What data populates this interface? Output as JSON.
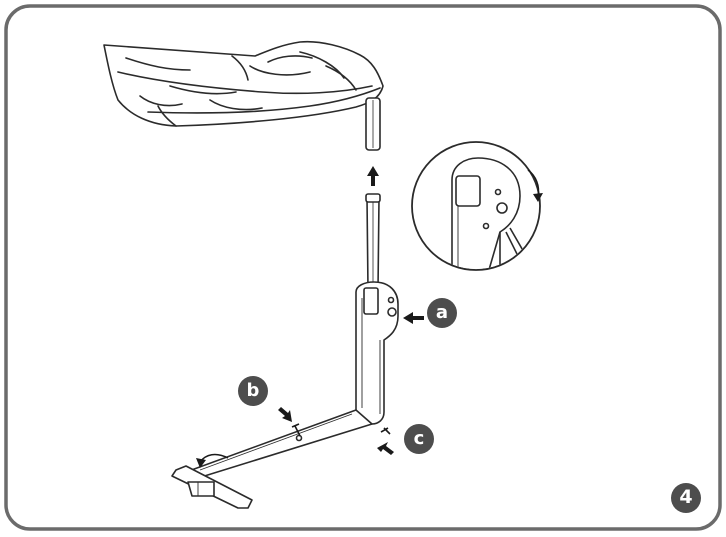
{
  "step_number": "4",
  "callouts": {
    "a": "a",
    "b": "b",
    "c": "c"
  },
  "colors": {
    "frame": "#6b6b6b",
    "marker": "#4d4d4d",
    "line": "#2b2b2b"
  }
}
